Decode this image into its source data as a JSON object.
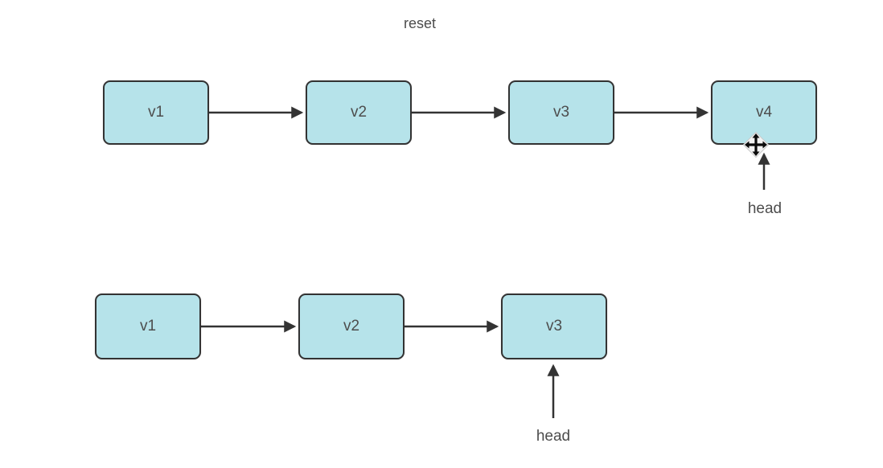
{
  "diagram": {
    "annotation": "reset",
    "colors": {
      "node_fill": "#b6e3ea",
      "node_border": "#333333",
      "arrow": "#333333",
      "label_text": "#4d4d4d"
    },
    "top_list": {
      "nodes": [
        {
          "label": "v1"
        },
        {
          "label": "v2"
        },
        {
          "label": "v3"
        },
        {
          "label": "v4"
        }
      ],
      "head_label": "head",
      "head_points_to": "v4"
    },
    "bottom_list": {
      "nodes": [
        {
          "label": "v1"
        },
        {
          "label": "v2"
        },
        {
          "label": "v3"
        }
      ],
      "head_label": "head",
      "head_points_to": "v3"
    },
    "cursor": {
      "type": "move"
    }
  }
}
